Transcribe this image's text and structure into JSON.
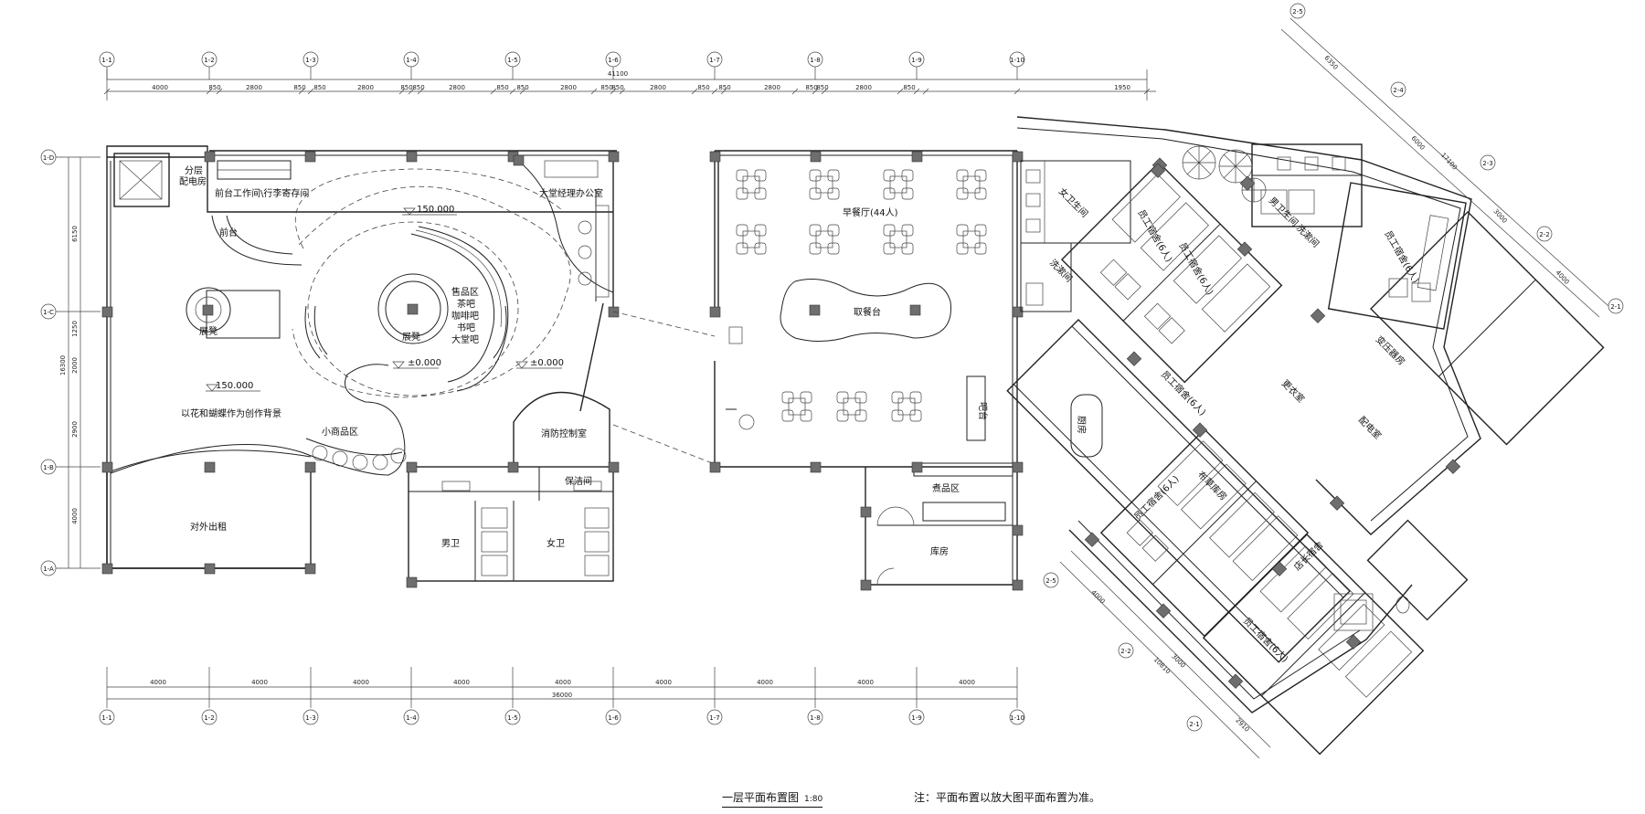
{
  "drawing": {
    "title": "一层平面布置图",
    "scale": "1:80",
    "note": "注：平面布置以放大图平面布置为准。"
  },
  "axes": {
    "horizontal": [
      "1-1",
      "1-2",
      "1-3",
      "1-4",
      "1-5",
      "1-6",
      "1-7",
      "1-8",
      "1-9",
      "1-10"
    ],
    "vertical": [
      "1-D",
      "1-C",
      "1-B",
      "1-A"
    ],
    "diagonal_top": [
      "2-5",
      "2-4",
      "2-3",
      "2-2",
      "2-1"
    ],
    "diagonal_bottom": [
      "2-5",
      "2-2",
      "2-1"
    ]
  },
  "dimensions": {
    "top_overall": "41100",
    "top_segments": [
      "4000",
      "850",
      "2800",
      "850",
      "850",
      "2800",
      "850",
      "850",
      "2800",
      "850",
      "850",
      "2800",
      "850",
      "850",
      "2800",
      "850",
      "850",
      "2800",
      "850",
      "850",
      "2800",
      "850",
      "1950"
    ],
    "bottom_overall": "36000",
    "bottom_segments": [
      "4000",
      "4000",
      "4000",
      "4000",
      "4000",
      "4000",
      "4000",
      "4000",
      "4000"
    ],
    "left_overall": "16300",
    "left_segments": [
      "6150",
      "1250",
      "2000",
      "2900",
      "4000"
    ],
    "right_overall": "17100",
    "right_segments": [
      "6350",
      "6000",
      "3000",
      "4000"
    ],
    "bottom_right": [
      "10810",
      "4000",
      "3000",
      "2910"
    ]
  },
  "elevations": {
    "atrium": "150.000",
    "left": "150.000",
    "floor_a": "±0.000",
    "floor_b": "±0.000"
  },
  "rooms": {
    "distribution": "分层\n配电房",
    "front_work": "前台工作间\\行李寄存间",
    "front_desk": "前台",
    "lobby_office": "大堂经理办公室",
    "display_left": "展凳",
    "display_center": "展凳",
    "shop_bar_1": "售品区",
    "shop_bar_2": "茶吧",
    "shop_bar_3": "咖啡吧",
    "shop_bar_4": "书吧",
    "shop_bar_5": "大堂吧",
    "theme": "以花和蝴蝶作为创作背景",
    "small_goods": "小商品区",
    "fire_control": "消防控制室",
    "rental": "对外出租",
    "mens": "男卫",
    "womens": "女卫",
    "cleaning": "保洁间",
    "breakfast": "早餐厅(44人)",
    "buffet": "取餐台",
    "bar_counter": "吧台",
    "cooking": "煮品区",
    "storage": "库房",
    "womens_bath": "女卫生间",
    "laundry_left": "洗漱间",
    "kitchen": "厨房",
    "mens_bath": "男卫生间",
    "laundry_right": "洗漱间",
    "staff_1": "员工宿舍(6人)",
    "staff_2": "员工宿舍(6人)",
    "staff_3": "员工宿舍(6人)",
    "staff_4": "员工宿舍(6人)",
    "staff_5": "员工宿舍(6人)",
    "staff_6": "员工宿舍(6人)",
    "change_room": "更衣室",
    "linen": "布草库房",
    "power_room": "配电室",
    "transformer": "变压器房",
    "manager_room": "店长宿舍"
  }
}
